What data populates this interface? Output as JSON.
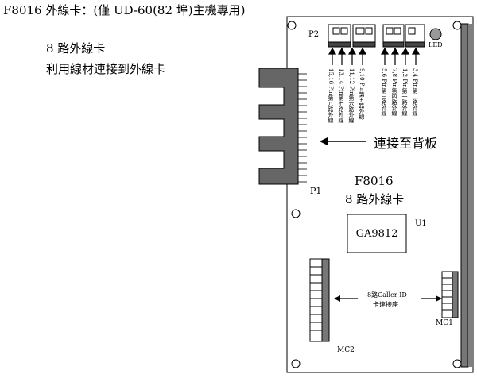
{
  "title": "F8016 外線卡：(僅 UD-60(82 埠)主機專用)",
  "desc_line1": "8 路外線卡",
  "desc_line2": "利用線材連接到外線卡",
  "board": {
    "p2": "P2",
    "led": "LED",
    "p1": "P1",
    "model": "F8016",
    "model_sub": "8 路外線卡",
    "u1": "U1",
    "chip": "GA9812",
    "mc1": "MC1",
    "mc2": "MC2"
  },
  "backplane_label": "連接至背板",
  "callerid_line1": "8路Caller ID",
  "callerid_line2": "卡連接座",
  "pin_labels": [
    "15,16 Pin第八路外線",
    "13,14 Pin第七路外線",
    "11,12 Pin第六路外線",
    "9,10 Pin第五路外線",
    "5,6 Pin第三路外線",
    "7,8 Pin第四路外線",
    "1,2 Pin第一路外線",
    "3,4 Pin第二路外線"
  ]
}
